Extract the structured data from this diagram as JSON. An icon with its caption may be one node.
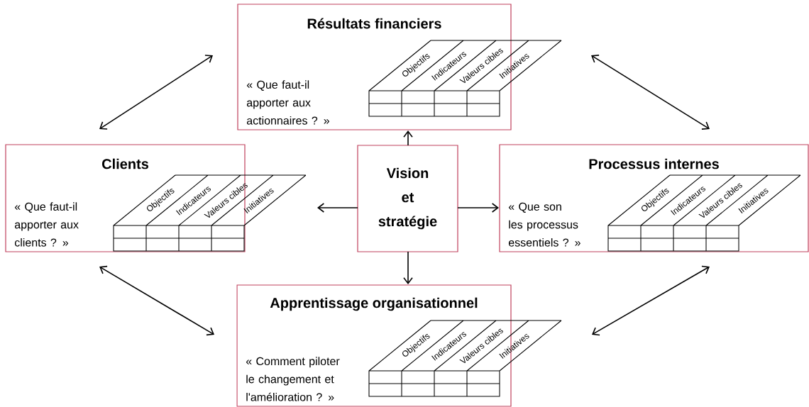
{
  "diagram": {
    "nodes": [
      {
        "text": [
          "Résultats financiers",
          "« Que faut-il apporter aux actionnaires ? »",
          "Objectifs",
          "Indicateurs",
          "Valeurs cibles",
          "Initiatives"
        ]
      },
      {
        "text": [
          "Clients",
          "« Que faut-il apporter aux clients ? »",
          "Objectifs",
          "Indicateurs",
          "Valeurs cibles",
          "Initiatives"
        ]
      },
      {
        "text": [
          "Vision et stratégie"
        ]
      },
      {
        "text": [
          "Processus internes",
          "« Que son les processus essentiels ? »",
          "Objectifs",
          "Indicateurs",
          "Valeurs cibles",
          "Initiatives"
        ]
      },
      {
        "text": [
          "Apprentissage organisationnel",
          "« Comment piloter le changement et l'amélioration ? »",
          "Objectifs",
          "Indicateurs",
          "Valeurs cibles",
          "Initiatives"
        ]
      }
    ],
    "edges": [
      {
        "from": 0,
        "to": 1,
        "arrow": "both"
      },
      {
        "from": 0,
        "to": 3,
        "arrow": "both"
      },
      {
        "from": 2,
        "to": 0,
        "arrow": "to"
      },
      {
        "from": 2,
        "to": 1,
        "arrow": "to"
      },
      {
        "from": 2,
        "to": 3,
        "arrow": "to"
      },
      {
        "from": 2,
        "to": 4,
        "arrow": "to"
      },
      {
        "from": 1,
        "to": 4,
        "arrow": "both"
      },
      {
        "from": 3,
        "to": 4,
        "arrow": "both"
      }
    ]
  }
}
